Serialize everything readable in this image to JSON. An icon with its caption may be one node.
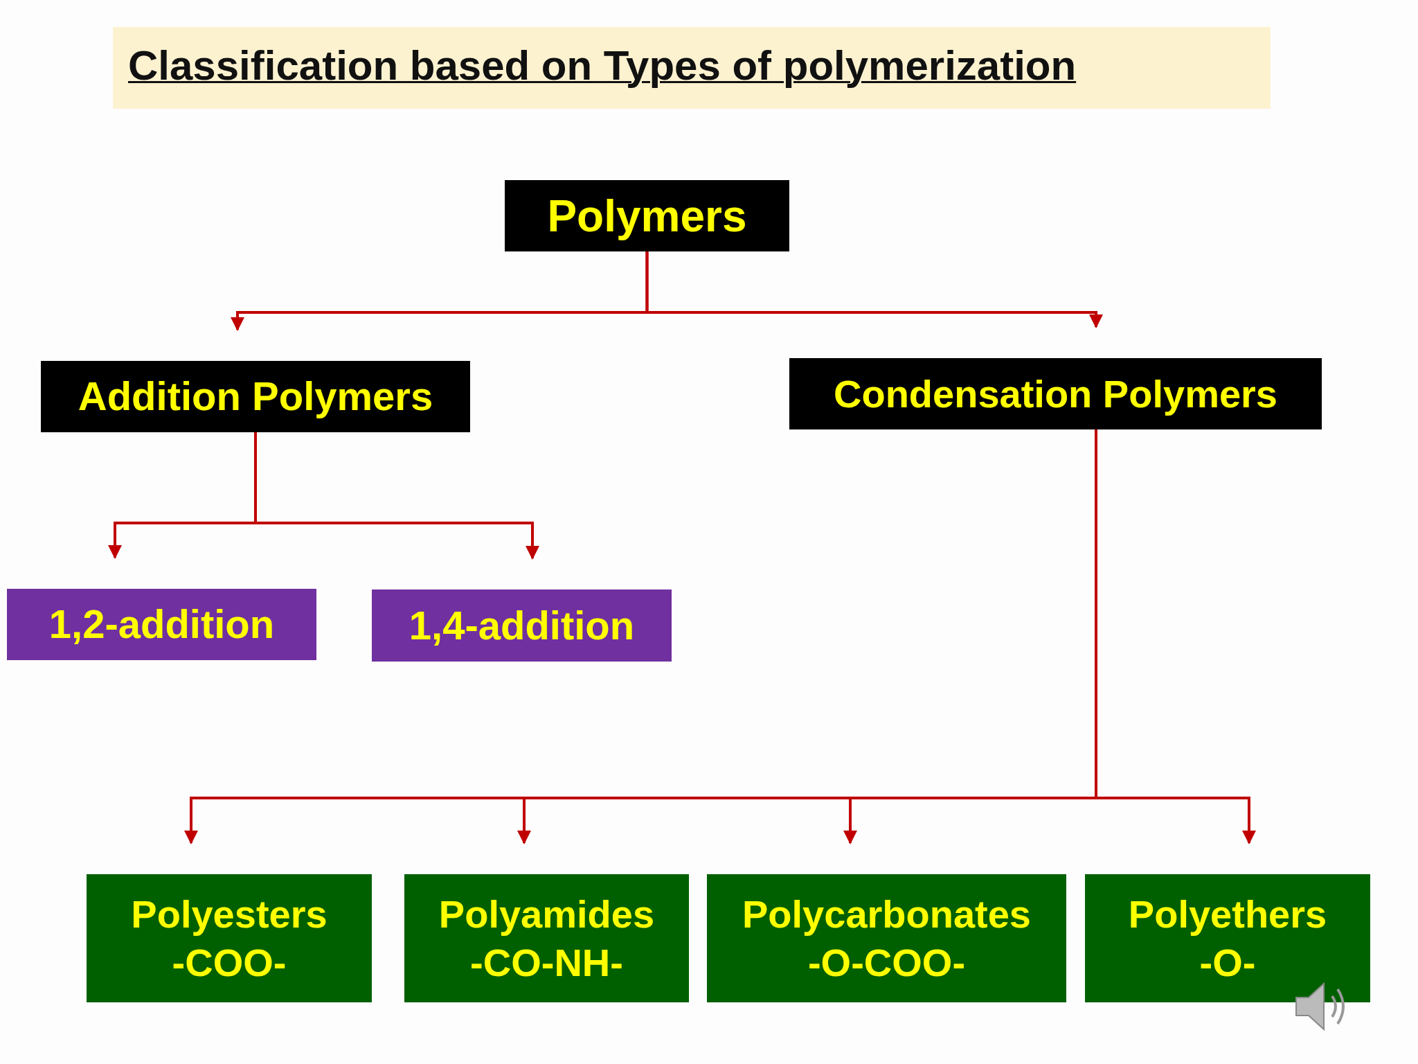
{
  "diagram": {
    "title": "Classification based on Types of polymerization",
    "nodes": [
      {
        "text": [
          "Polymers"
        ]
      },
      {
        "text": [
          "Addition Polymers"
        ]
      },
      {
        "text": [
          "Condensation Polymers"
        ]
      },
      {
        "text": [
          "1,2-addition"
        ]
      },
      {
        "text": [
          "1,4-addition"
        ]
      },
      {
        "text": [
          "Polyesters",
          "-COO-"
        ]
      },
      {
        "text": [
          "Polyamides",
          "-CO-NH-"
        ]
      },
      {
        "text": [
          "Polycarbonates",
          "-O-COO-"
        ]
      },
      {
        "text": [
          "Polyethers",
          "-O-"
        ]
      }
    ],
    "edges": [
      {
        "from": 0,
        "to": 1,
        "arrow": "to"
      },
      {
        "from": 0,
        "to": 2,
        "arrow": "to"
      },
      {
        "from": 1,
        "to": 3,
        "arrow": "to"
      },
      {
        "from": 1,
        "to": 4,
        "arrow": "to"
      },
      {
        "from": 2,
        "to": 5,
        "arrow": "to"
      },
      {
        "from": 2,
        "to": 6,
        "arrow": "to"
      },
      {
        "from": 2,
        "to": 7,
        "arrow": "to"
      },
      {
        "from": 2,
        "to": 8,
        "arrow": "to"
      }
    ]
  }
}
